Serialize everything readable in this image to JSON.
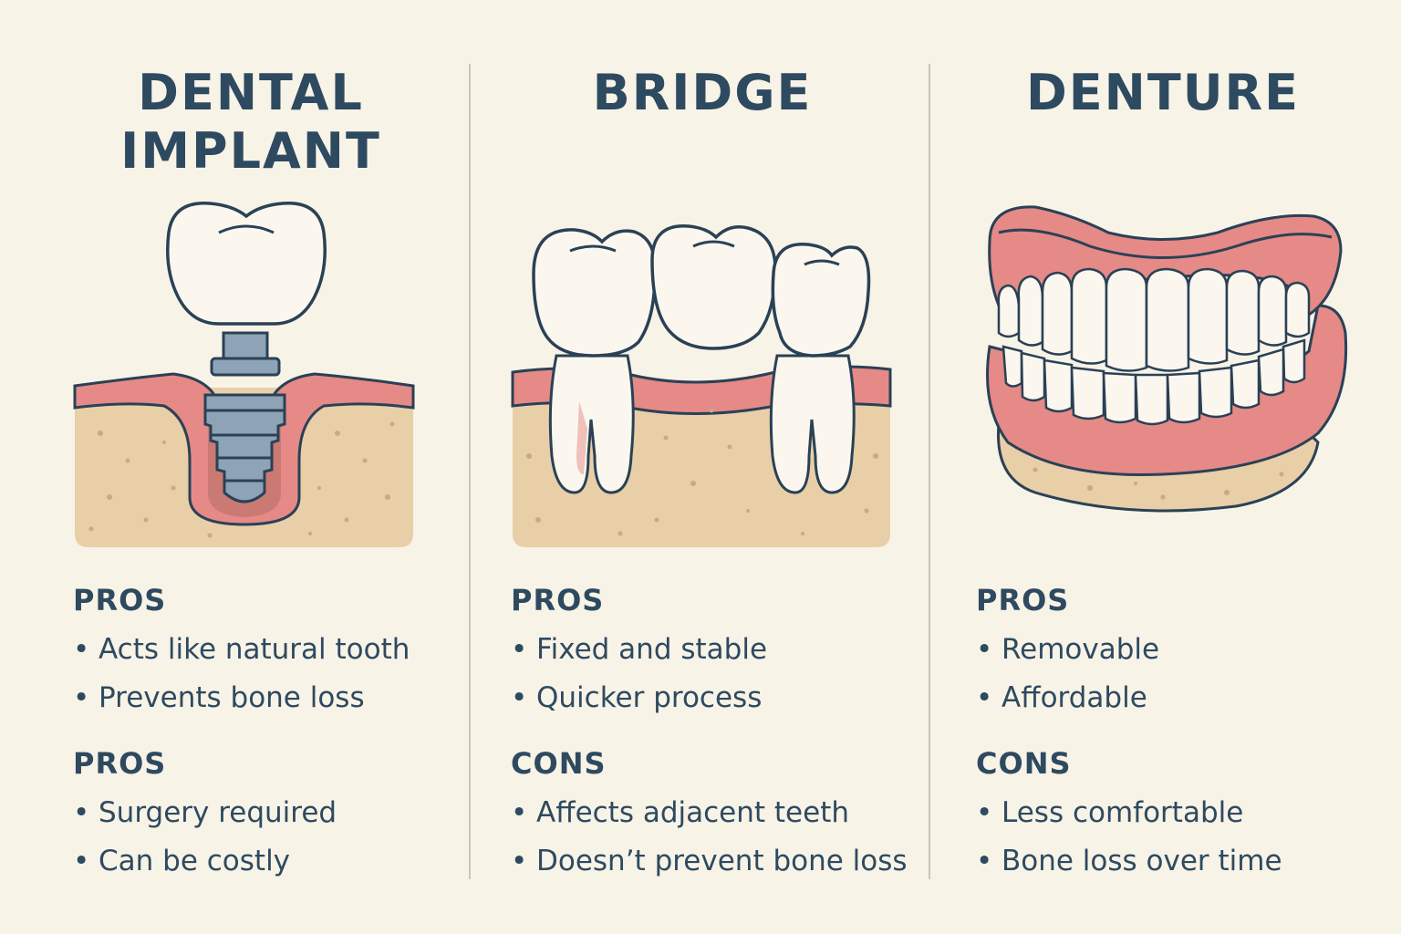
{
  "columns": [
    {
      "title_lines": [
        "DENTAL",
        "IMPLANT"
      ],
      "sections": [
        {
          "heading": "PROS",
          "items": [
            "Acts like natural tooth",
            "Prevents bone loss"
          ]
        },
        {
          "heading": "PROS",
          "items": [
            "Surgery required",
            "Can be costly"
          ]
        }
      ]
    },
    {
      "title_lines": [
        "BRIDGE"
      ],
      "sections": [
        {
          "heading": "PROS",
          "items": [
            "Fixed and stable",
            "Quicker process"
          ]
        },
        {
          "heading": "CONS",
          "items": [
            "Affects adjacent teeth",
            "Doesn’t prevent bone loss"
          ]
        }
      ]
    },
    {
      "title_lines": [
        "DENTURE"
      ],
      "sections": [
        {
          "heading": "PROS",
          "items": [
            "Removable",
            "Affordable"
          ]
        },
        {
          "heading": "CONS",
          "items": [
            "Less comfortable",
            "Bone loss over time"
          ]
        }
      ]
    }
  ],
  "bullet_symbol": "•",
  "colors": {
    "background": "#f8f3e7",
    "text": "#2e4a60",
    "gum": "#e58a87",
    "bone": "#e8cfa8",
    "tooth": "#fbf7ee",
    "implant_metal": "#8ea3b5",
    "outline": "#2a4156"
  },
  "illustrations": [
    "implant-illustration",
    "bridge-illustration",
    "denture-illustration"
  ]
}
